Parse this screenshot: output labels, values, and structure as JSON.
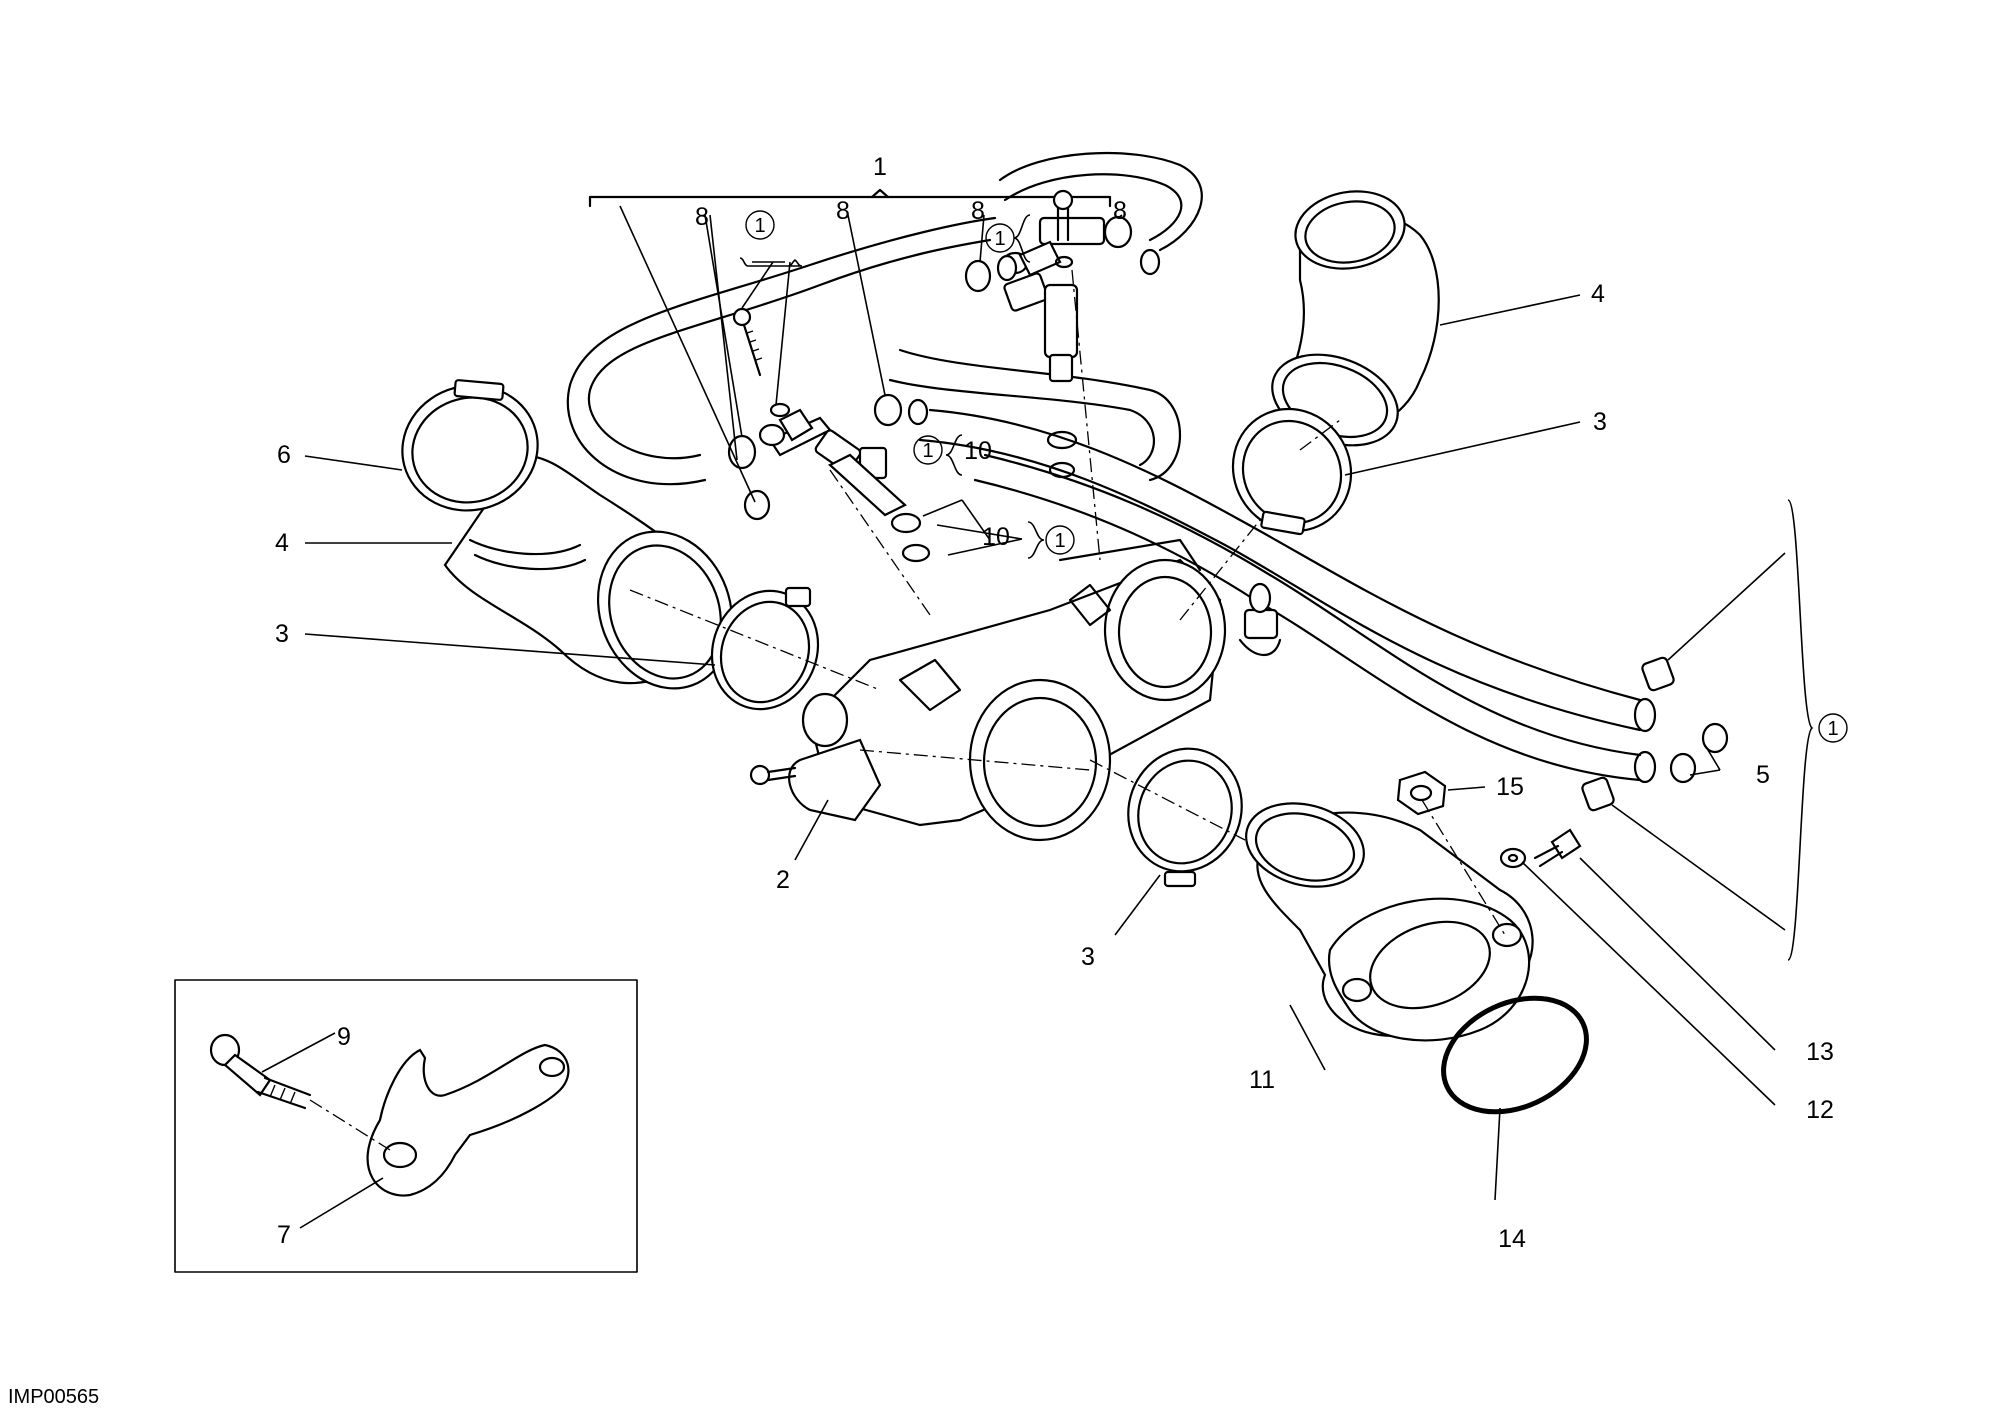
{
  "diagram": {
    "image_code": "IMP00565",
    "callouts": {
      "c1": "1",
      "c2": "2",
      "c3a": "3",
      "c3b": "3",
      "c3c": "3",
      "c4a": "4",
      "c4b": "4",
      "c5": "5",
      "c6": "6",
      "c7": "7",
      "c8a": "8",
      "c8b": "8",
      "c8c": "8",
      "c8d": "8",
      "c9": "9",
      "c10a": "10",
      "c10b": "10",
      "c11": "11",
      "c12": "12",
      "c13": "13",
      "c14": "14",
      "c15": "15"
    },
    "kit_marks": {
      "k1": "1",
      "k2": "1",
      "k3": "1",
      "k4": "1",
      "k5": "1"
    }
  }
}
